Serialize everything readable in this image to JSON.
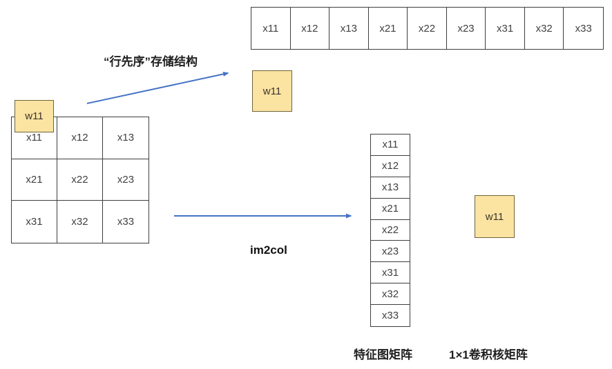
{
  "colors": {
    "arrow_blue": "#4472c4",
    "kernel_box_fill": "#fbe3a2",
    "kernel_box_border": "#6f6437",
    "grid_border": "#3d3d3d",
    "cell_text": "#404040"
  },
  "labels": {
    "row_major": "“行先序”存储结构",
    "im2col": "im2col",
    "feature_map": "特征图矩阵",
    "kernel": "1×1卷积核矩阵"
  },
  "kernel_boxes": {
    "overlay": "w11",
    "row": "w11",
    "col": "w11"
  },
  "feature_matrix": {
    "rows": [
      [
        "x11",
        "x12",
        "x13"
      ],
      [
        "x21",
        "x22",
        "x23"
      ],
      [
        "x31",
        "x32",
        "x33"
      ]
    ]
  },
  "row_vector": {
    "cells": [
      "x11",
      "x12",
      "x13",
      "x21",
      "x22",
      "x23",
      "x31",
      "x32",
      "x33"
    ]
  },
  "col_vector": {
    "cells": [
      "x11",
      "x12",
      "x13",
      "x21",
      "x22",
      "x23",
      "x31",
      "x32",
      "x33"
    ]
  }
}
